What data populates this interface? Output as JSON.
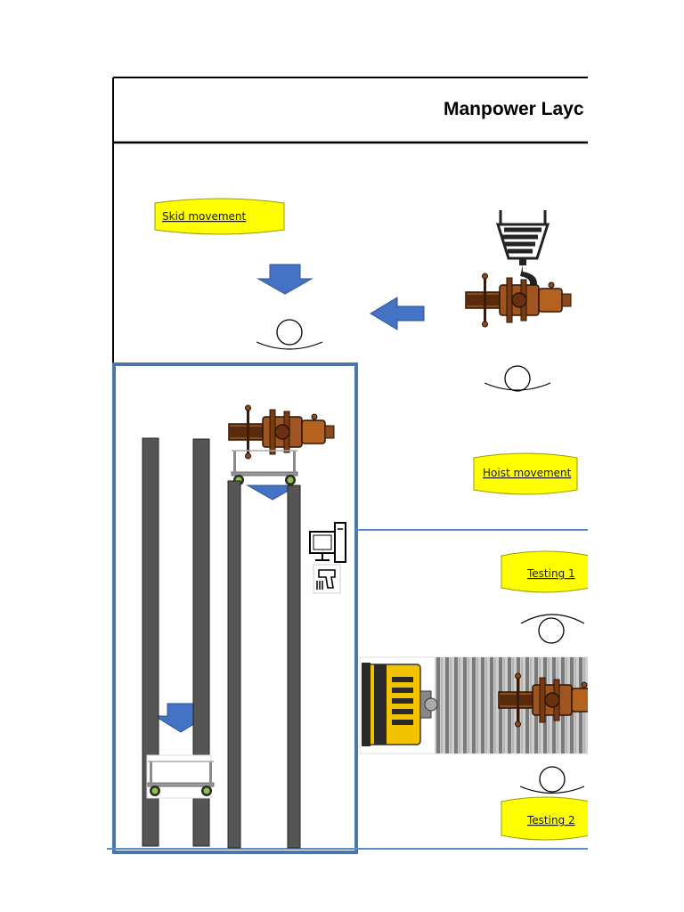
{
  "layout": {
    "title": "Manpower Layc",
    "labels": {
      "skid_movement": "Skid  movement",
      "hoist_movement": "Hoist movement",
      "testing_1": "Testing 1",
      "testing_2": "Testing 2"
    }
  },
  "colors": {
    "frame": "#000000",
    "bay_border": "#4a76a8",
    "divider": "#5b8ec9",
    "banner_fill": "#ffff00",
    "arrow_fill": "#4472c4",
    "rail": "#555555",
    "engine": "#8b4a1c",
    "motor": "#f2c200"
  },
  "icons": [
    "crane-hook-icon",
    "engine-icon",
    "operator-icon",
    "computer-icon",
    "barcode-scanner-icon",
    "trolley-icon",
    "electric-motor-icon",
    "conveyor-icon",
    "arrow-down-icon",
    "arrow-left-icon"
  ]
}
